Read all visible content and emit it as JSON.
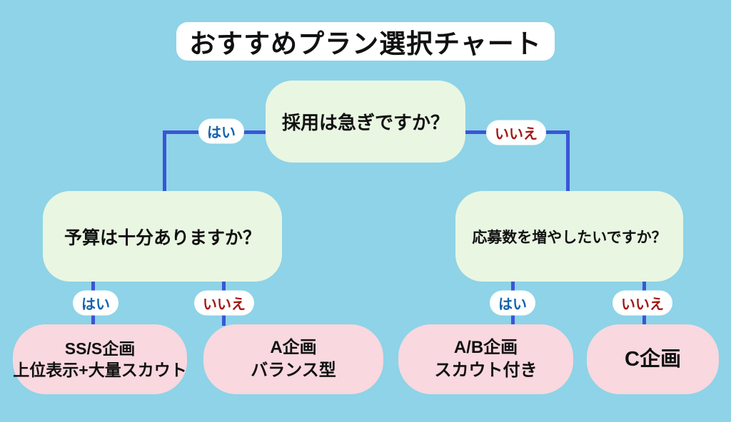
{
  "title": "おすすめプラン選択チャート",
  "edge_labels": {
    "yes": "はい",
    "no": "いいえ"
  },
  "nodes": {
    "root": {
      "question": "採用は急ぎですか？"
    },
    "left": {
      "question": "予算は十分ありますか？"
    },
    "right": {
      "question": "応募数を増やしたいですか？"
    },
    "result1": {
      "line1": "SS/S企画",
      "line2": "上位表示+大量スカウト"
    },
    "result2": {
      "line1": "A企画",
      "line2": "バランス型"
    },
    "result3": {
      "line1": "A/B企画",
      "line2": "スカウト付き"
    },
    "result4": {
      "line1": "C企画"
    }
  },
  "colors": {
    "background": "#8ed3e7",
    "title_bg": "#ffffff",
    "node_question": "#e9f6e2",
    "node_result": "#f9d8df",
    "line": "#3b55d6",
    "yes_text": "#1362ae",
    "no_text": "#a31818",
    "text": "#111111"
  }
}
